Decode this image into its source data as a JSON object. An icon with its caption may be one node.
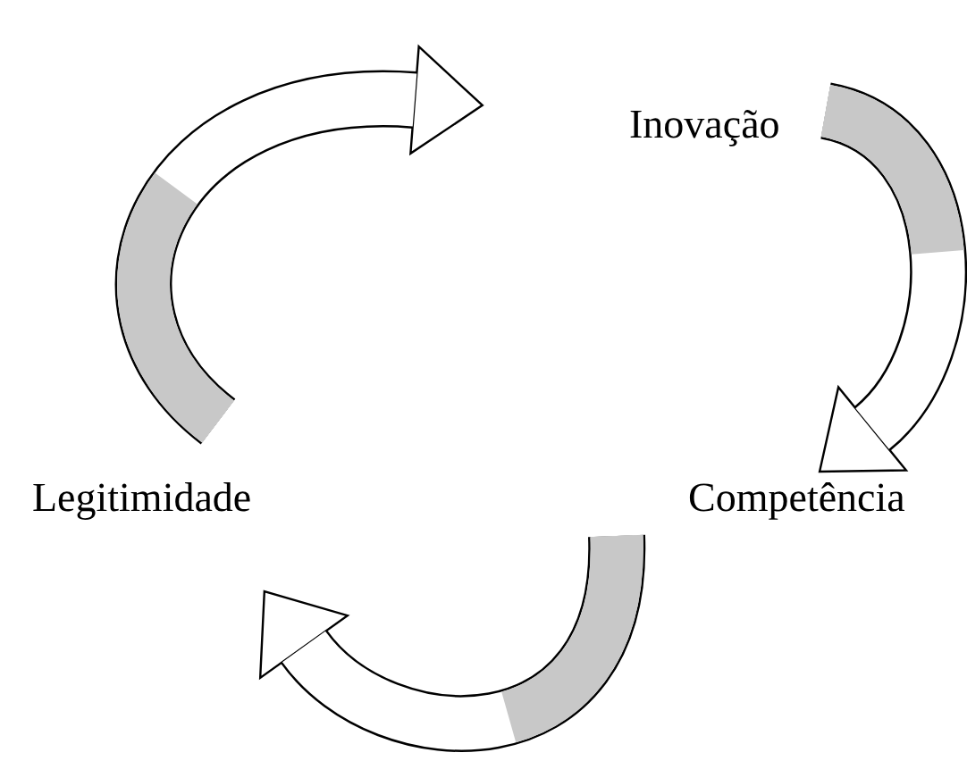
{
  "diagram": {
    "nodes": [
      {
        "text": [
          "Inovação"
        ]
      },
      {
        "text": [
          "Competência"
        ]
      },
      {
        "text": [
          "Legitimidade"
        ]
      }
    ],
    "edges": [
      {
        "from": 0,
        "to": 1,
        "arrow": "to"
      },
      {
        "from": 1,
        "to": 2,
        "arrow": "to"
      },
      {
        "from": 2,
        "to": 0,
        "arrow": "to"
      }
    ]
  }
}
